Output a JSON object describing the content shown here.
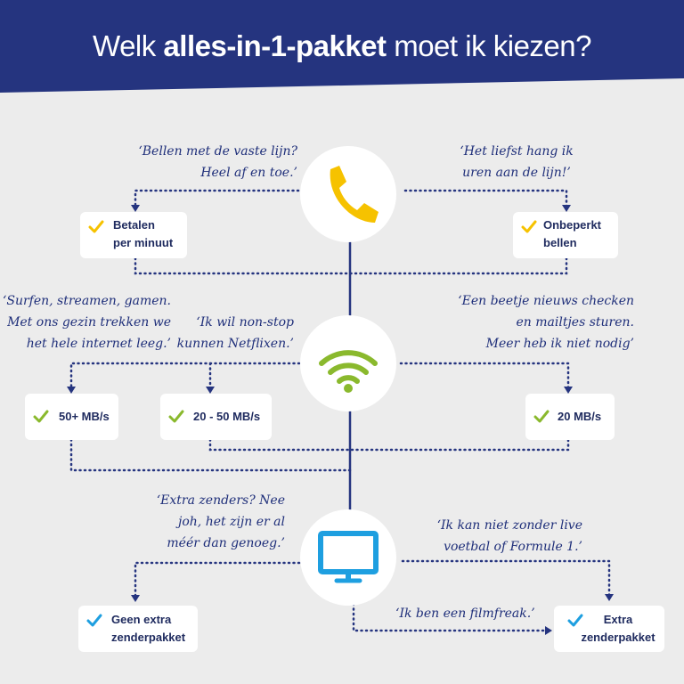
{
  "header": {
    "title_pre": "Welk ",
    "title_bold": "alles-in-1-pakket",
    "title_post": " moet ik kiezen?",
    "bg_color": "#25347f"
  },
  "colors": {
    "line": "#25347f",
    "phone": "#f6c200",
    "wifi": "#8ab92d",
    "tv": "#1e9fe0",
    "check_yellow": "#f6c200",
    "check_green": "#8ab92d",
    "check_blue": "#1e9fe0"
  },
  "icons": {
    "phone": "phone-icon",
    "wifi": "wifi-icon",
    "tv": "tv-icon",
    "check": "checkmark-icon"
  },
  "phone_section": {
    "quote_left": [
      "‘Bellen met de vaste lijn?",
      "Heel af en toe.’"
    ],
    "quote_right": [
      "‘Het liefst hang ik",
      "uren aan de lijn!’"
    ],
    "option_left": [
      "Betalen",
      "per minuut"
    ],
    "option_right": [
      "Onbeperkt",
      "bellen"
    ]
  },
  "internet_section": {
    "quote_left": [
      "‘Surfen, streamen, gamen.",
      "Met ons gezin trekken we",
      "het hele internet leeg.’"
    ],
    "quote_mid": [
      "‘Ik wil non-stop",
      "kunnen Netflixen.’"
    ],
    "quote_right": [
      "‘Een beetje nieuws checken",
      "en mailtjes sturen.",
      "Meer heb ik niet nodig’"
    ],
    "option_1": "50+ MB/s",
    "option_2": "20 - 50 MB/s",
    "option_3": "20 MB/s"
  },
  "tv_section": {
    "quote_left": [
      "‘Extra zenders? Nee",
      "joh, het zijn er al",
      "méér dan genoeg.’"
    ],
    "quote_right": [
      "‘Ik kan niet zonder live",
      "voetbal of Formule 1.’"
    ],
    "quote_bottom": "‘Ik ben een filmfreak.’",
    "option_left": [
      "Geen extra",
      "zenderpakket"
    ],
    "option_right": [
      "Extra",
      "zenderpakket"
    ]
  }
}
